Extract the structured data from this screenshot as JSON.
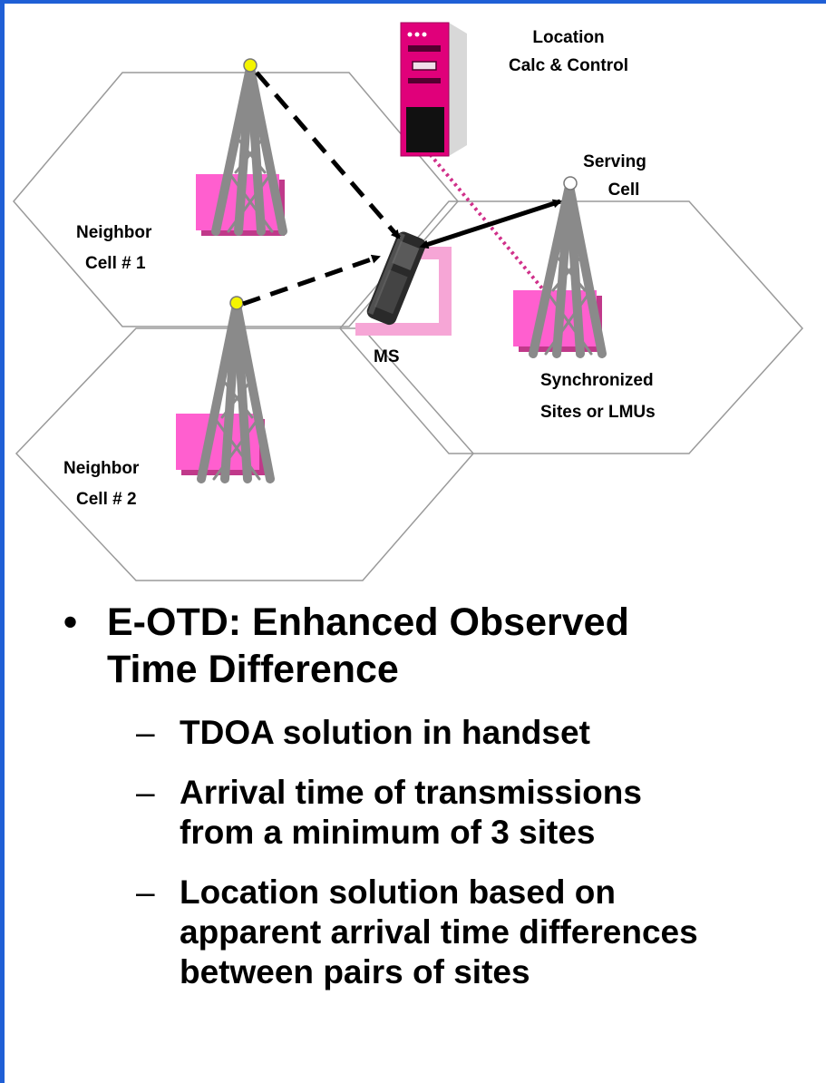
{
  "diagram": {
    "labels": {
      "location_line1": "Location",
      "location_line2": "Calc & Control",
      "serving_line1": "Serving",
      "serving_line2": "Cell",
      "neighbor1_line1": "Neighbor",
      "neighbor1_line2": "Cell # 1",
      "neighbor2_line1": "Neighbor",
      "neighbor2_line2": "Cell # 2",
      "ms": "MS",
      "sync_line1": "Synchronized",
      "sync_line2": "Sites or LMUs"
    },
    "colors": {
      "border": "#1f5fd6",
      "hex_stroke": "#9a9a9a",
      "tower": "#8a8a8a",
      "site_box": "#ff5fcf",
      "ms_box": "#f6a6d6",
      "server": "#e0007a",
      "beacon": "#f4f400",
      "dotted_link": "#d0308a"
    }
  },
  "bullets": {
    "main": {
      "marker": "•",
      "line1": "E-OTD: Enhanced Observed",
      "line2": "Time Difference"
    },
    "subs": [
      {
        "marker": "–",
        "line1": "TDOA solution in handset",
        "line2": "",
        "line3": ""
      },
      {
        "marker": "–",
        "line1": "Arrival time of transmissions",
        "line2": "from a minimum of 3 sites",
        "line3": ""
      },
      {
        "marker": "–",
        "line1": "Location solution based on",
        "line2": "apparent arrival time differences",
        "line3": "between pairs of sites"
      }
    ]
  }
}
